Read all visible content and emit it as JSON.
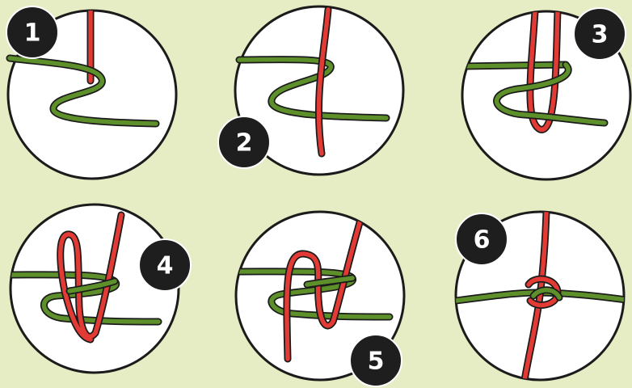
{
  "colors": {
    "background": "#e6edc4",
    "green_cord": "#5d8f2a",
    "red_cord": "#e23b36",
    "outline": "#1b1b1b",
    "badge": "#1e1e1e"
  },
  "steps": [
    {
      "number": "1"
    },
    {
      "number": "2"
    },
    {
      "number": "3"
    },
    {
      "number": "4"
    },
    {
      "number": "5"
    },
    {
      "number": "6"
    }
  ]
}
